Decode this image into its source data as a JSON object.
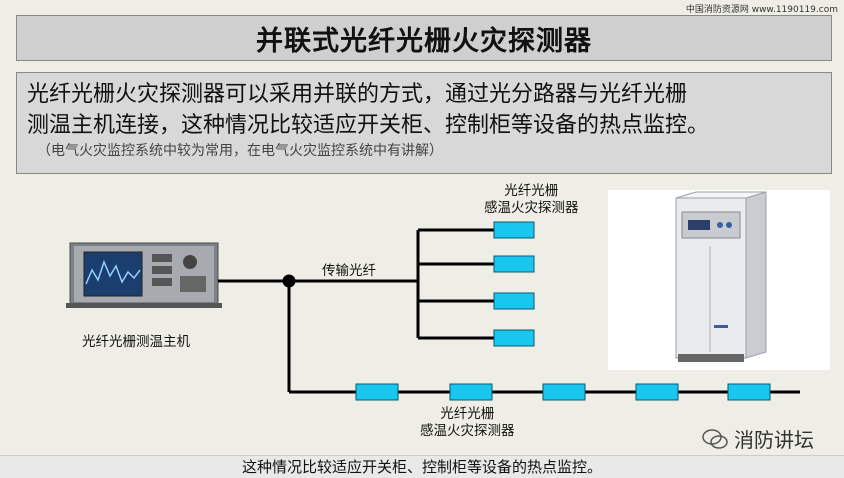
{
  "source_text": "中国消防资源网 www.1190119.com",
  "title": "并联式光纤光栅火灾探测器",
  "description": {
    "line1": "光纤光栅火灾探测器可以采用并联的方式，通过光分路器与光纤光栅",
    "line2": "测温主机连接，这种情况比较适应开关柜、控制柜等设备的热点监控。",
    "note": "（电气火灾监控系统中较为常用，在电气火灾监控系统中有讲解）"
  },
  "diagram": {
    "host_label": "光纤光栅测温主机",
    "fiber_label": "传输光纤",
    "parallel_detector_label": {
      "line1": "光纤光栅",
      "line2": "感温火灾探测器"
    },
    "series_detector_label": {
      "line1": "光纤光栅",
      "line2": "感温火灾探测器"
    },
    "parallel_detectors": 4,
    "series_detectors": 5,
    "detector_color": "#18c6ee",
    "line_color": "#000000"
  },
  "logo_text": "消防讲坛",
  "bottom_caption": "这种情况比较适应开关柜、控制柜等设备的热点监控。"
}
